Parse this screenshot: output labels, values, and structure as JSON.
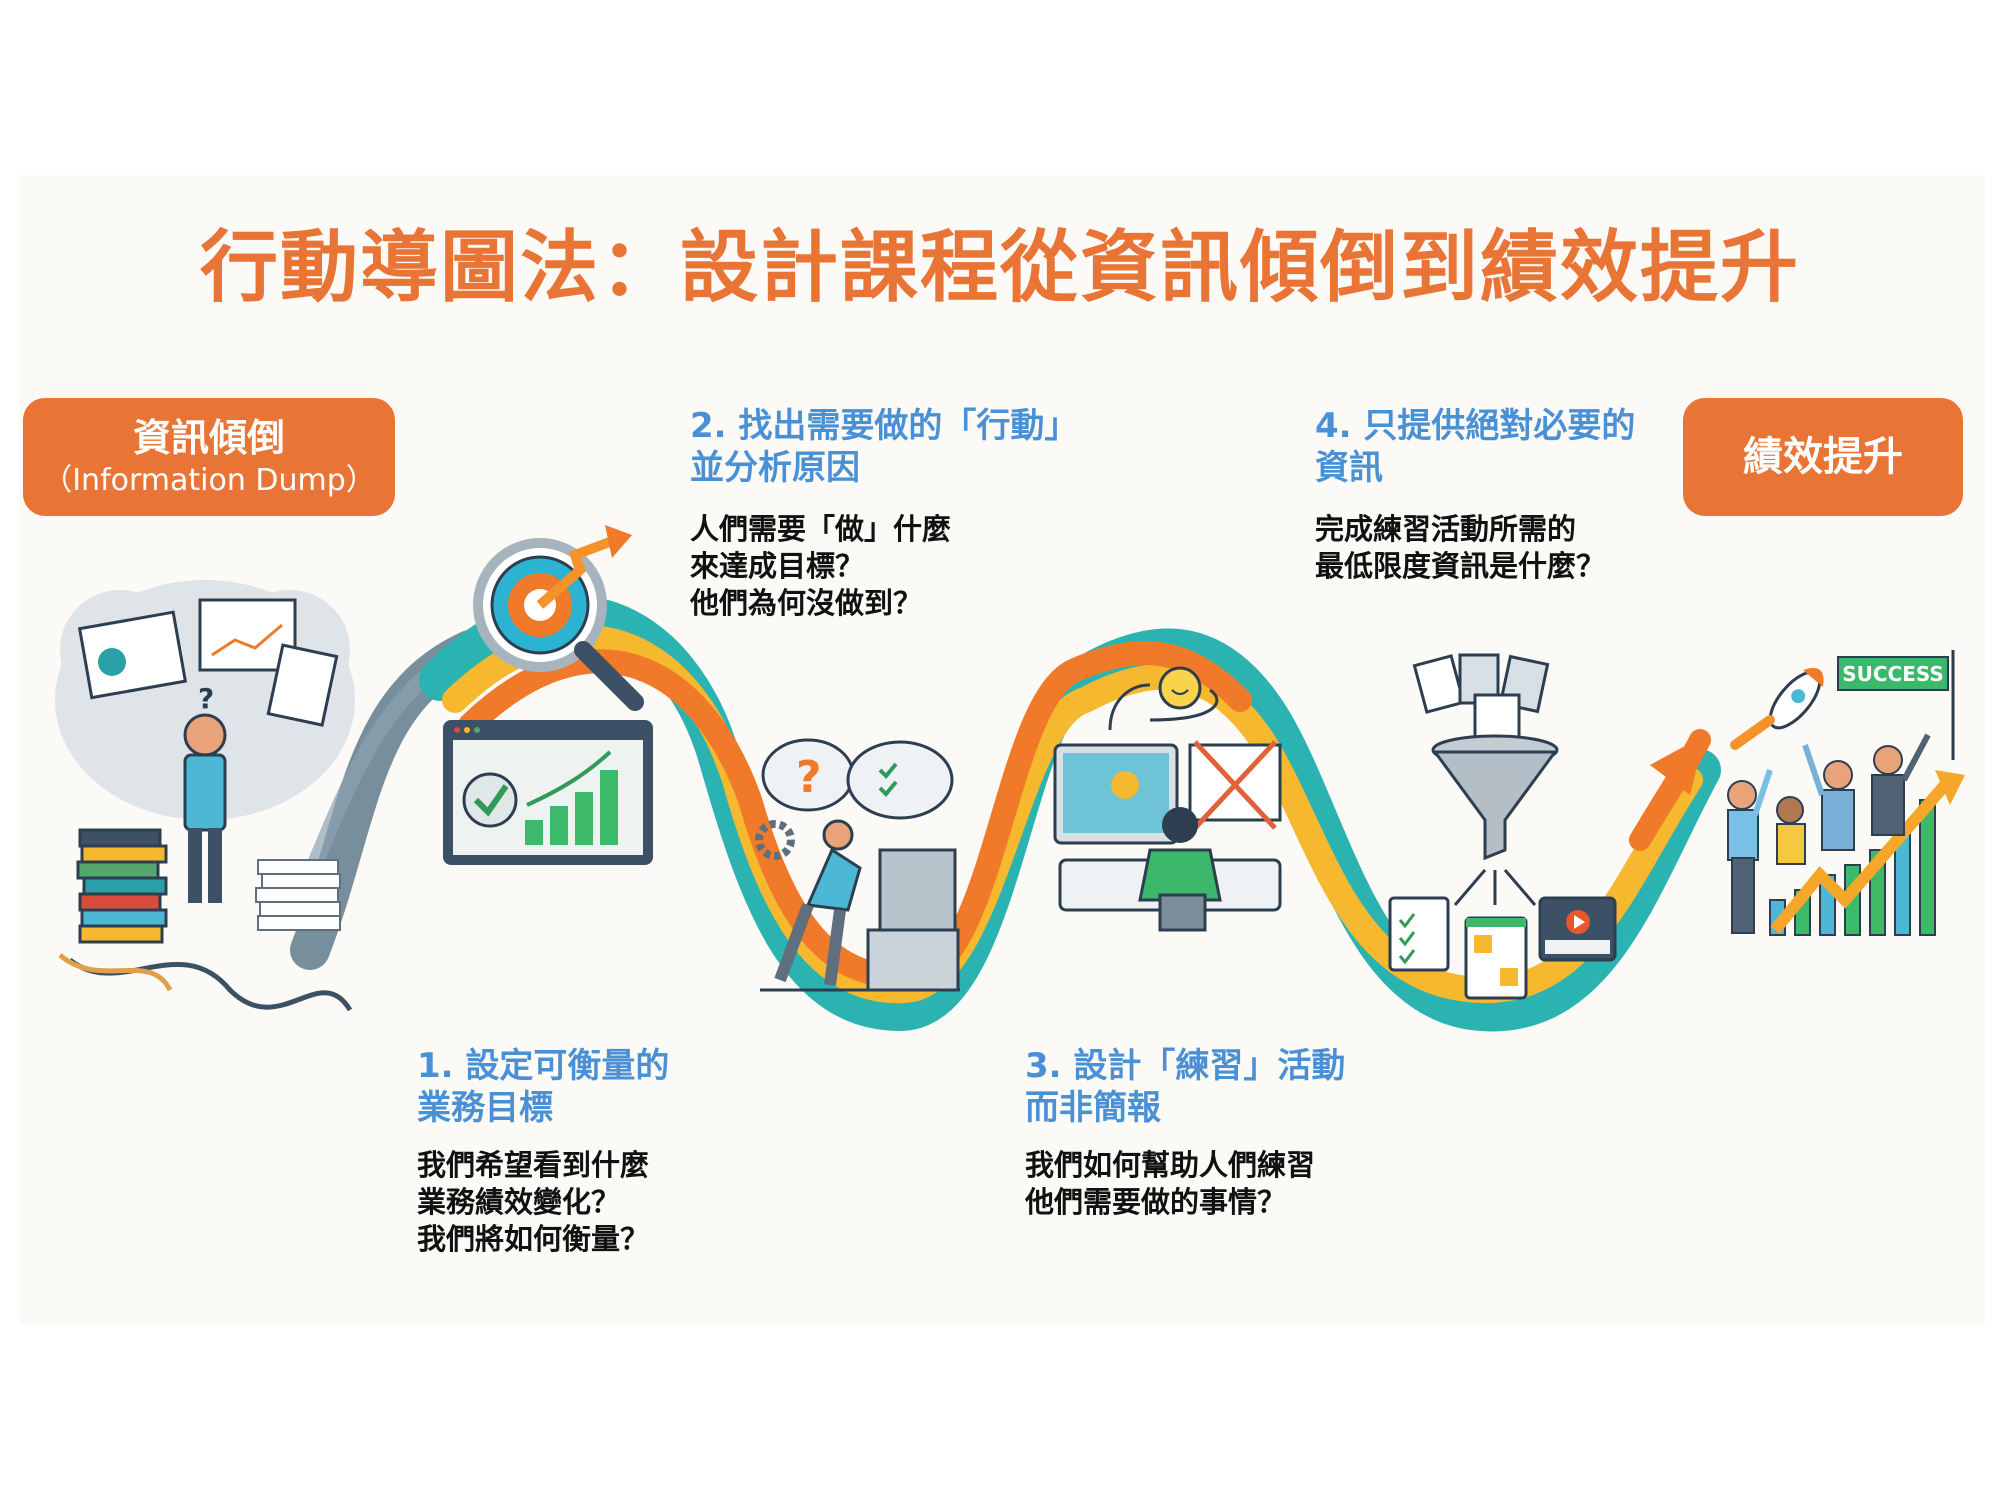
{
  "title": "行動導圖法：設計課程從資訊傾倒到績效提升",
  "start_badge": {
    "main": "資訊傾倒",
    "sub": "（Information Dump）"
  },
  "end_badge": {
    "main": "績效提升"
  },
  "steps": [
    {
      "heading": [
        "1. 設定可衡量的",
        "業務目標"
      ],
      "body": [
        "我們希望看到什麼",
        "業務績效變化？",
        "我們將如何衡量？"
      ]
    },
    {
      "heading": [
        "2. 找出需要做的「行動」",
        "並分析原因"
      ],
      "body": [
        "人們需要「做」什麼",
        "來達成目標？",
        "他們為何沒做到？"
      ]
    },
    {
      "heading": [
        "3. 設計「練習」活動",
        "而非簡報"
      ],
      "body": [
        "我們如何幫助人們練習",
        "他們需要做的事情？"
      ]
    },
    {
      "heading": [
        "4. 只提供絕對必要的",
        "資訊"
      ],
      "body": [
        "完成練習活動所需的",
        "最低限度資訊是什麼？"
      ]
    }
  ],
  "illustrations": {
    "start": "overwhelmed-person-with-books-papers-cables",
    "step1": "target-magnifier-and-growth-chart-screen",
    "step2": "worker-at-machine-with-thought-bubbles",
    "step3": "learner-practicing-on-touchscreen-crossed-out-presentation",
    "step4": "funnel-filtering-documents-into-checklist-page-video",
    "end": "celebrating-team-rocket-success-flag"
  },
  "success_flag": "SUCCESS",
  "colors": {
    "accent_orange": "#e87435",
    "heading_blue": "#4a90d4",
    "wave_teal": "#2bb3b1",
    "wave_yellow": "#f5b82e",
    "wave_orange": "#f07a2a",
    "wave_gray": "#5f7a8c",
    "panel_bg": "#fbfaf7"
  }
}
